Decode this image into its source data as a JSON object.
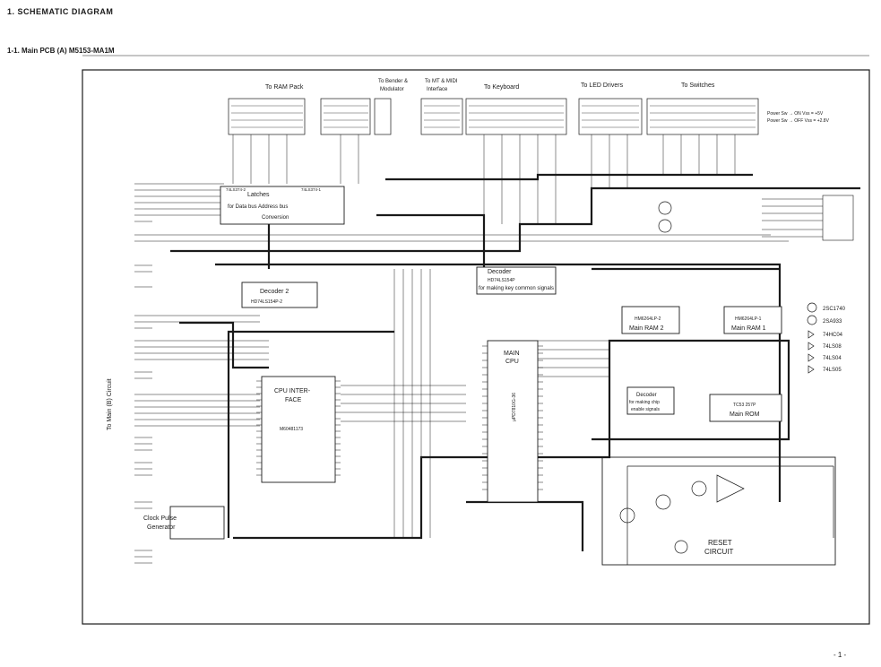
{
  "header": {
    "section_title": "1. SCHEMATIC DIAGRAM",
    "subsection_title": "1-1. Main PCB (A) M5153-MA1M"
  },
  "connectors": {
    "ram_pack": "To RAM Pack",
    "bender": "To Bender &",
    "bender2": "Modulator",
    "mt_midi": "To MT & MIDI",
    "mt_midi2": "Interface",
    "keyboard": "To Keyboard",
    "led": "To LED Drivers",
    "switches": "To Switches",
    "main_b": "To Main (B) Circuit"
  },
  "power_note": {
    "line1": "Power Sw → ON  Vss = +5V",
    "line2": "Power Sw → OFF Vss = +2.8V"
  },
  "blocks": {
    "latches_1": "Latches",
    "latches_2": "for Data bus Address bus",
    "latches_3": "Conversion",
    "latch_pn_a": "74LS374-2",
    "latch_pn_b": "74LS374-1",
    "decoder2_1": "Decoder 2",
    "decoder2_2": "HD74LS154P-2",
    "decoder1_1": "Decoder",
    "decoder1_2": "HD74LS154P",
    "decoder1_3": "for making key common signals",
    "ram2_1": "HM6264LP-2",
    "ram2_2": "Main RAM 2",
    "ram1_1": "HM6264LP-1",
    "ram1_2": "Main RAM 1",
    "cpu_if_1": "CPU INTER-",
    "cpu_if_2": "FACE",
    "cpu_if_3": "M60481173",
    "cpu_1": "MAIN",
    "cpu_2": "CPU",
    "cpu_3": "μPD7810G-36",
    "dec_ram_1": "Decoder",
    "dec_ram_2": "for making chip",
    "dec_ram_3": "enable signals",
    "rom_1": "TC53 257P",
    "rom_2": "Main ROM",
    "clock_1": "Clock Pulse",
    "clock_2": "Generator",
    "reset_1": "RESET",
    "reset_2": "CIRCUIT"
  },
  "legend": [
    {
      "symbol": "Q",
      "label": "2SC1740"
    },
    {
      "symbol": "Q",
      "label": "2SA933"
    },
    {
      "symbol": "▷",
      "label": "74HC04"
    },
    {
      "symbol": "▷",
      "label": "74LS08"
    },
    {
      "symbol": "▷",
      "label": "74LS04"
    },
    {
      "symbol": "▷",
      "label": "74LS05"
    }
  ],
  "page_number": "- 1 -",
  "style": {
    "ink": "#1a1a1a",
    "paper": "#ffffff"
  }
}
